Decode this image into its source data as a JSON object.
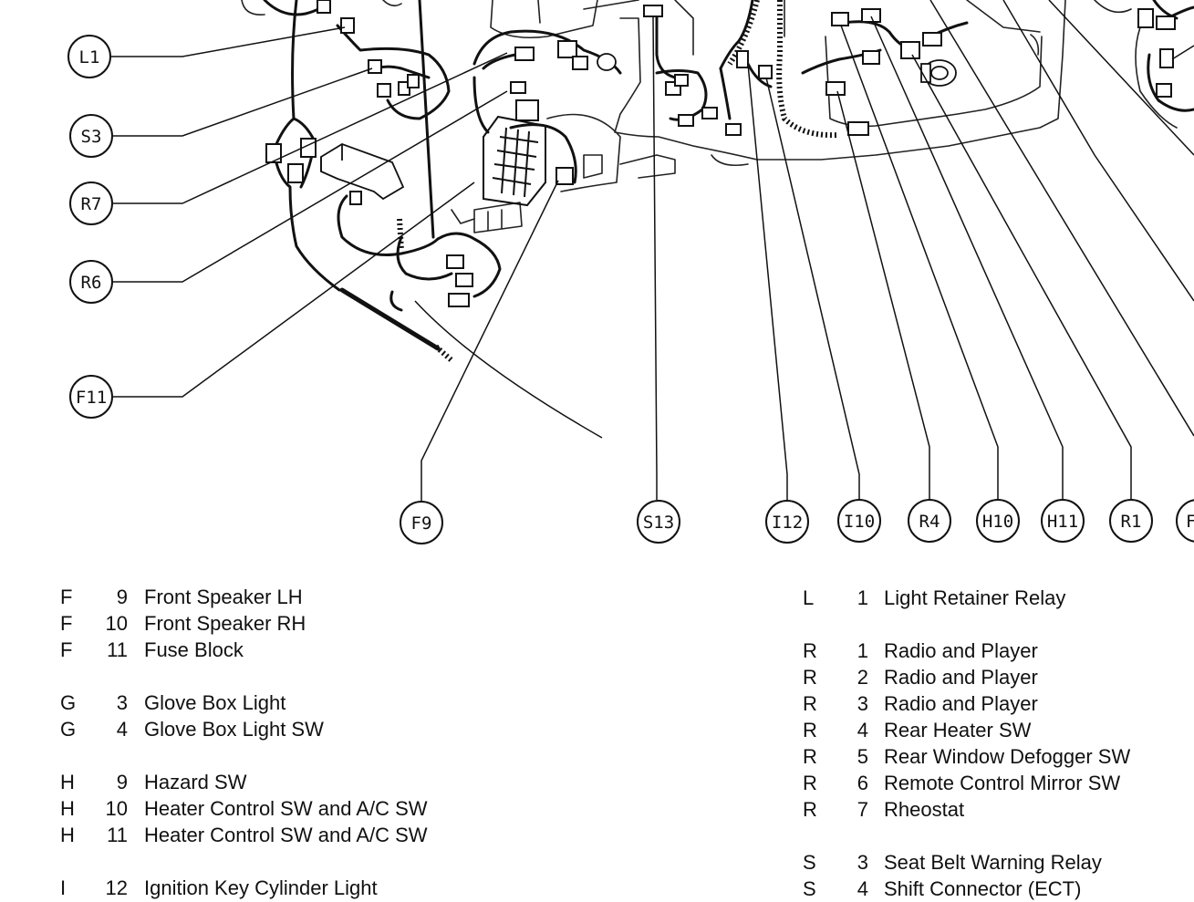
{
  "diagram": {
    "callouts_left": [
      "L1",
      "S3",
      "R7",
      "R6",
      "F11"
    ],
    "callouts_bottom": [
      "F9",
      "S13",
      "I12",
      "I10",
      "R4",
      "H10",
      "H11",
      "R1",
      "F"
    ]
  },
  "legend_left": [
    {
      "letter": "F",
      "num": "9",
      "desc": "Front Speaker LH"
    },
    {
      "letter": "F",
      "num": "10",
      "desc": "Front Speaker RH"
    },
    {
      "letter": "F",
      "num": "11",
      "desc": "Fuse Block"
    },
    {
      "gap": true
    },
    {
      "letter": "G",
      "num": "3",
      "desc": "Glove Box Light"
    },
    {
      "letter": "G",
      "num": "4",
      "desc": "Glove Box Light SW"
    },
    {
      "gap": true
    },
    {
      "letter": "H",
      "num": "9",
      "desc": "Hazard SW"
    },
    {
      "letter": "H",
      "num": "10",
      "desc": "Heater Control SW and A/C SW"
    },
    {
      "letter": "H",
      "num": "11",
      "desc": "Heater Control SW and A/C SW"
    },
    {
      "gap": true
    },
    {
      "letter": "I",
      "num": "12",
      "desc": "Ignition Key Cylinder Light"
    }
  ],
  "legend_right": [
    {
      "letter": "L",
      "num": "1",
      "desc": "Light Retainer Relay"
    },
    {
      "gap": true
    },
    {
      "letter": "R",
      "num": "1",
      "desc": "Radio and Player"
    },
    {
      "letter": "R",
      "num": "2",
      "desc": "Radio and Player"
    },
    {
      "letter": "R",
      "num": "3",
      "desc": "Radio and Player"
    },
    {
      "letter": "R",
      "num": "4",
      "desc": "Rear Heater SW"
    },
    {
      "letter": "R",
      "num": "5",
      "desc": "Rear Window Defogger SW"
    },
    {
      "letter": "R",
      "num": "6",
      "desc": "Remote Control Mirror SW"
    },
    {
      "letter": "R",
      "num": "7",
      "desc": "Rheostat"
    },
    {
      "gap": true
    },
    {
      "letter": "S",
      "num": "3",
      "desc": "Seat Belt Warning Relay"
    },
    {
      "letter": "S",
      "num": "4",
      "desc": "Shift Connector (ECT)"
    }
  ]
}
